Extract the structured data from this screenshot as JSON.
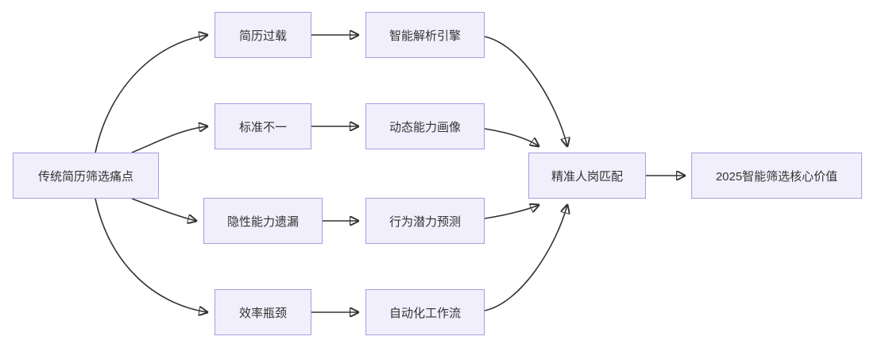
{
  "diagram": {
    "type": "flowchart",
    "direction": "left-to-right",
    "colors": {
      "background": "#ffffff",
      "node_fill": "#f1effb",
      "node_border": "#a99ce1",
      "edge": "#333333",
      "text": "#333333"
    },
    "nodes": {
      "A": {
        "label": "传统简历筛选痛点"
      },
      "B1": {
        "label": "简历过载"
      },
      "B2": {
        "label": "标准不一"
      },
      "B3": {
        "label": "隐性能力遗漏"
      },
      "B4": {
        "label": "效率瓶颈"
      },
      "C1": {
        "label": "智能解析引擎"
      },
      "C2": {
        "label": "动态能力画像"
      },
      "C3": {
        "label": "行为潜力预测"
      },
      "C4": {
        "label": "自动化工作流"
      },
      "D": {
        "label": "精准人岗匹配"
      },
      "E": {
        "label": "2025智能筛选核心价值"
      }
    },
    "edges": [
      {
        "from": "传统简历筛选痛点",
        "to": "简历过载"
      },
      {
        "from": "传统简历筛选痛点",
        "to": "标准不一"
      },
      {
        "from": "传统简历筛选痛点",
        "to": "隐性能力遗漏"
      },
      {
        "from": "传统简历筛选痛点",
        "to": "效率瓶颈"
      },
      {
        "from": "简历过载",
        "to": "智能解析引擎"
      },
      {
        "from": "标准不一",
        "to": "动态能力画像"
      },
      {
        "from": "隐性能力遗漏",
        "to": "行为潜力预测"
      },
      {
        "from": "效率瓶颈",
        "to": "自动化工作流"
      },
      {
        "from": "智能解析引擎",
        "to": "精准人岗匹配"
      },
      {
        "from": "动态能力画像",
        "to": "精准人岗匹配"
      },
      {
        "from": "行为潜力预测",
        "to": "精准人岗匹配"
      },
      {
        "from": "自动化工作流",
        "to": "精准人岗匹配"
      },
      {
        "from": "精准人岗匹配",
        "to": "2025智能筛选核心价值"
      }
    ]
  }
}
